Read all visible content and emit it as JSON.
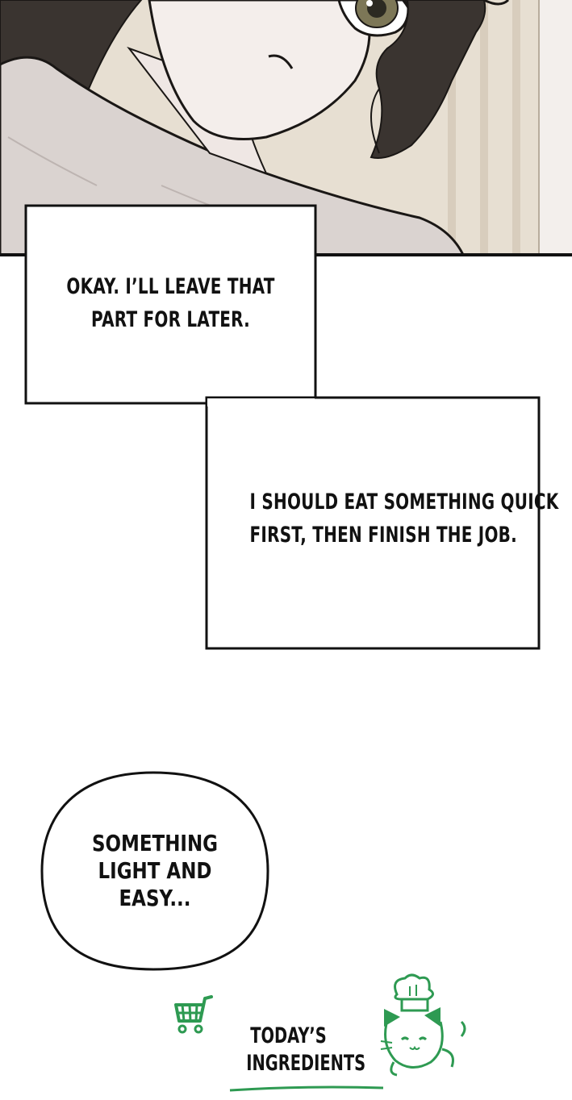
{
  "captions": [
    {
      "lines": [
        "OKAY. I’LL LEAVE THAT",
        "PART FOR LATER."
      ]
    },
    {
      "lines": [
        "I SHOULD EAT SOMETHING QUICK",
        "FIRST, THEN FINISH THE JOB."
      ]
    }
  ],
  "speech_bubble": {
    "lines": [
      "SOMETHING",
      "LIGHT AND",
      "EASY..."
    ]
  },
  "ingredients_banner": {
    "lines": [
      "TODAY’S",
      "INGREDIENTS"
    ],
    "icons": [
      "shopping-cart-icon",
      "chef-cat-icon"
    ],
    "accent_color": "#2e9a52"
  },
  "colors": {
    "background": "#ffffff",
    "skin": "#f2ebe8",
    "sweater": "#d9d2cf",
    "hair": "#3b3531",
    "wall": "#e4dbcd",
    "eye": "#7d7757",
    "border": "#111111"
  }
}
